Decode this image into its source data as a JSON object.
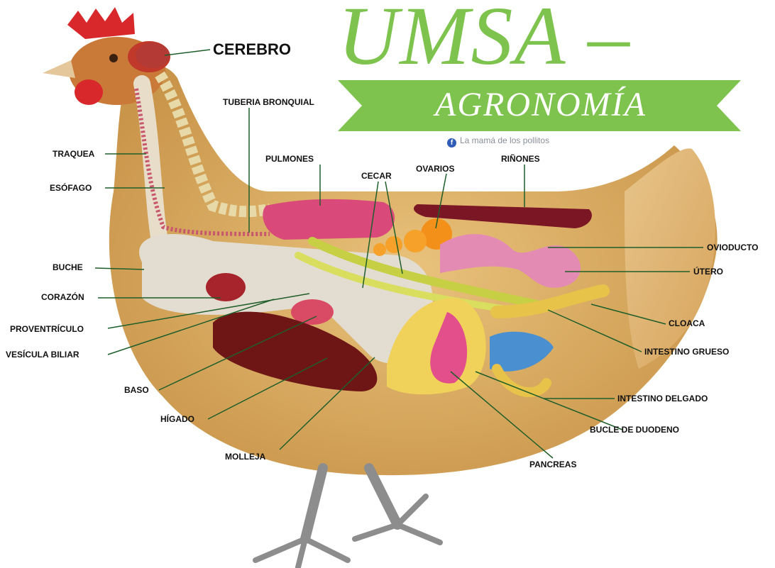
{
  "header": {
    "title": "UMSA –",
    "banner": "AGRONOMÍA",
    "credit": "La mamá de los pollitos",
    "credit_icon": "facebook-icon",
    "colors": {
      "title_green": "#7fc34f",
      "banner_green": "#7fc34f"
    }
  },
  "labels": {
    "cerebro": "CEREBRO",
    "tuberia": "TUBERIA BRONQUIAL",
    "traquea": "TRAQUEA",
    "esofago": "ESÓFAGO",
    "pulmones": "PULMONES",
    "cecar": "CECAR",
    "ovarios": "OVARIOS",
    "rinones": "RIÑONES",
    "buche": "BUCHE",
    "corazon": "CORAZÓN",
    "proventriculo": "PROVENTRÍCULO",
    "vesicula": "VESÍCULA BILIAR",
    "baso": "BASO",
    "higado": "HÍGADO",
    "molleja": "MOLLEJA",
    "oviducto": "OVIODUCTO",
    "utero": "ÚTERO",
    "cloaca": "CLOACA",
    "intestino_grueso": "INTESTINO GRUESO",
    "intestino_delgado": "INTESTINO DELGADO",
    "bucle_duodeno": "BUCLE DE DUODENO",
    "pancreas": "PANCREAS"
  }
}
